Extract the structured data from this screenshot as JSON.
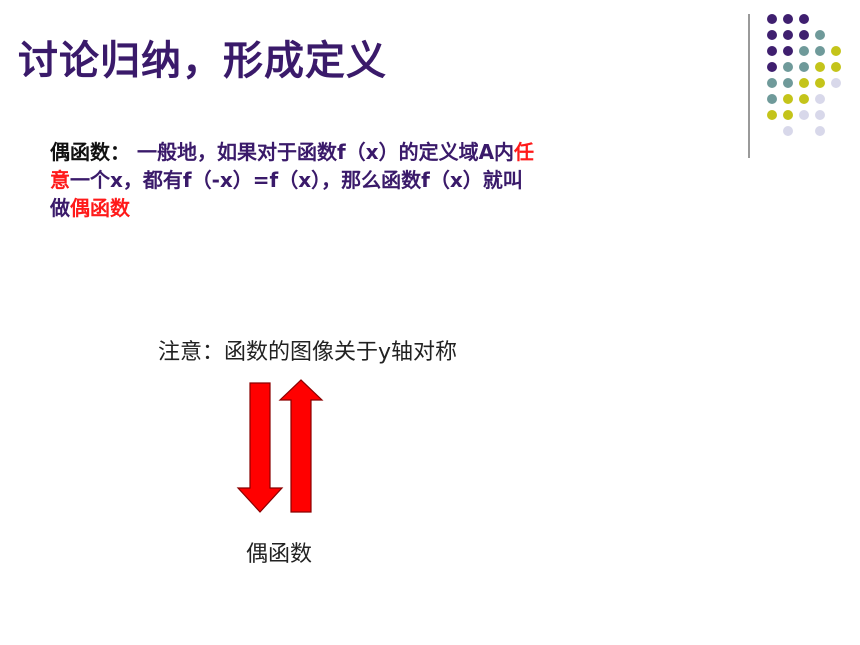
{
  "slide": {
    "title": "讨论归纳，形成定义"
  },
  "definition": {
    "term": "偶函数：",
    "line1_a": " 一般地，如果对于函数f（x）的定义域A内",
    "red1": "任",
    "red2": "意",
    "line2": "一个x，都有f（-x）=f（x），那么函数f（x）就叫",
    "line3_a": "做",
    "red3": "偶函数"
  },
  "note": {
    "text": "注意：函数的图像关于y轴对称"
  },
  "diagram": {
    "caption": "偶函数"
  },
  "colors": {
    "title": "#3a1a6a",
    "accent_red": "#ff1a1a",
    "dot_purple": "#3f1f6f",
    "dot_teal": "#6f9a9a",
    "dot_olive": "#c4c41a",
    "dot_lavender": "#d8d8ea"
  }
}
